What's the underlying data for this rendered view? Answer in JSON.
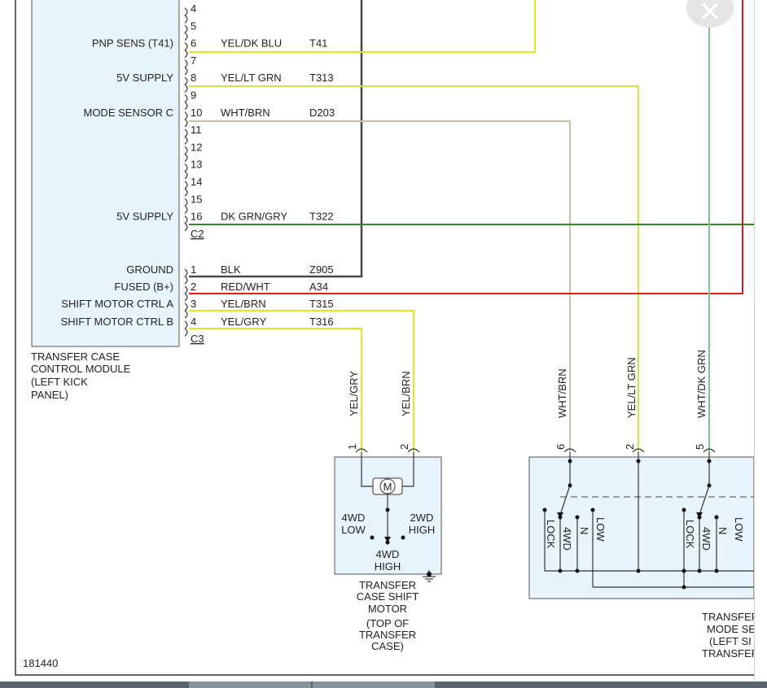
{
  "figure_id": "181440",
  "tccm": {
    "label_lines": [
      "TRANSFER CASE",
      "CONTROL MODULE",
      "(LEFT KICK",
      "PANEL)"
    ],
    "c2_connector": "C2",
    "c3_connector": "C3",
    "c2_pins": [
      {
        "pin": "4",
        "func": "",
        "color": "",
        "circuit": ""
      },
      {
        "pin": "5",
        "func": "",
        "color": "",
        "circuit": ""
      },
      {
        "pin": "6",
        "func": "PNP SENS (T41)",
        "color": "YEL/DK BLU",
        "circuit": "T41"
      },
      {
        "pin": "7",
        "func": "",
        "color": "",
        "circuit": ""
      },
      {
        "pin": "8",
        "func": "5V SUPPLY",
        "color": "YEL/LT GRN",
        "circuit": "T313"
      },
      {
        "pin": "9",
        "func": "",
        "color": "",
        "circuit": ""
      },
      {
        "pin": "10",
        "func": "MODE SENSOR C",
        "color": "WHT/BRN",
        "circuit": "D203"
      },
      {
        "pin": "11",
        "func": "",
        "color": "",
        "circuit": ""
      },
      {
        "pin": "12",
        "func": "",
        "color": "",
        "circuit": ""
      },
      {
        "pin": "13",
        "func": "",
        "color": "",
        "circuit": ""
      },
      {
        "pin": "14",
        "func": "",
        "color": "",
        "circuit": ""
      },
      {
        "pin": "15",
        "func": "",
        "color": "",
        "circuit": ""
      },
      {
        "pin": "16",
        "func": "5V SUPPLY",
        "color": "DK GRN/GRY",
        "circuit": "T322"
      }
    ],
    "c3_pins": [
      {
        "pin": "1",
        "func": "GROUND",
        "color": "BLK",
        "circuit": "Z905"
      },
      {
        "pin": "2",
        "func": "FUSED (B+)",
        "color": "RED/WHT",
        "circuit": "A34"
      },
      {
        "pin": "3",
        "func": "SHIFT MOTOR CTRL A",
        "color": "YEL/BRN",
        "circuit": "T315"
      },
      {
        "pin": "4",
        "func": "SHIFT MOTOR CTRL B",
        "color": "YEL/GRY",
        "circuit": "T316"
      }
    ]
  },
  "shift_motor": {
    "label_lines": [
      "TRANSFER",
      "CASE SHIFT",
      "MOTOR",
      "",
      "(TOP OF",
      "TRANSFER",
      "CASE)"
    ],
    "motor_symbol": "M",
    "pos_4wd_low": [
      "4WD",
      "LOW"
    ],
    "pos_2wd_high": [
      "2WD",
      "HIGH"
    ],
    "pos_4wd_high": [
      "4WD",
      "HIGH"
    ],
    "pin1": "1",
    "pin2": "2",
    "wire1_label": "YEL/GRY",
    "wire2_label": "YEL/BRN"
  },
  "mode_sensor": {
    "label_lines": [
      "TRANSFER",
      "MODE SE",
      "(LEFT SI",
      "TRANSFEF"
    ],
    "pin6": "6",
    "pin2": "2",
    "pin5": "5",
    "wire6_label": "WHT/BRN",
    "wire2_label": "YEL/LT GRN",
    "wire5_label": "WHT/DK GRN",
    "sw1": {
      "lock": "LOCK",
      "n": "N",
      "fwd": "4WD",
      "low": "LOW"
    },
    "sw2": {
      "lock": "LOCK",
      "n": "N",
      "fwd": "4WD",
      "low": "LOW"
    }
  },
  "colors": {
    "yellow": "#e8e22a",
    "yellow_green": "#c8e83a",
    "tan": "#c9bfa6",
    "dark_green": "#2c8a2c",
    "light_green": "#7fc47f",
    "red": "#e01b1b",
    "black": "#444444",
    "panel_fill": "#e8f4fb"
  },
  "close_glyph": "✕"
}
